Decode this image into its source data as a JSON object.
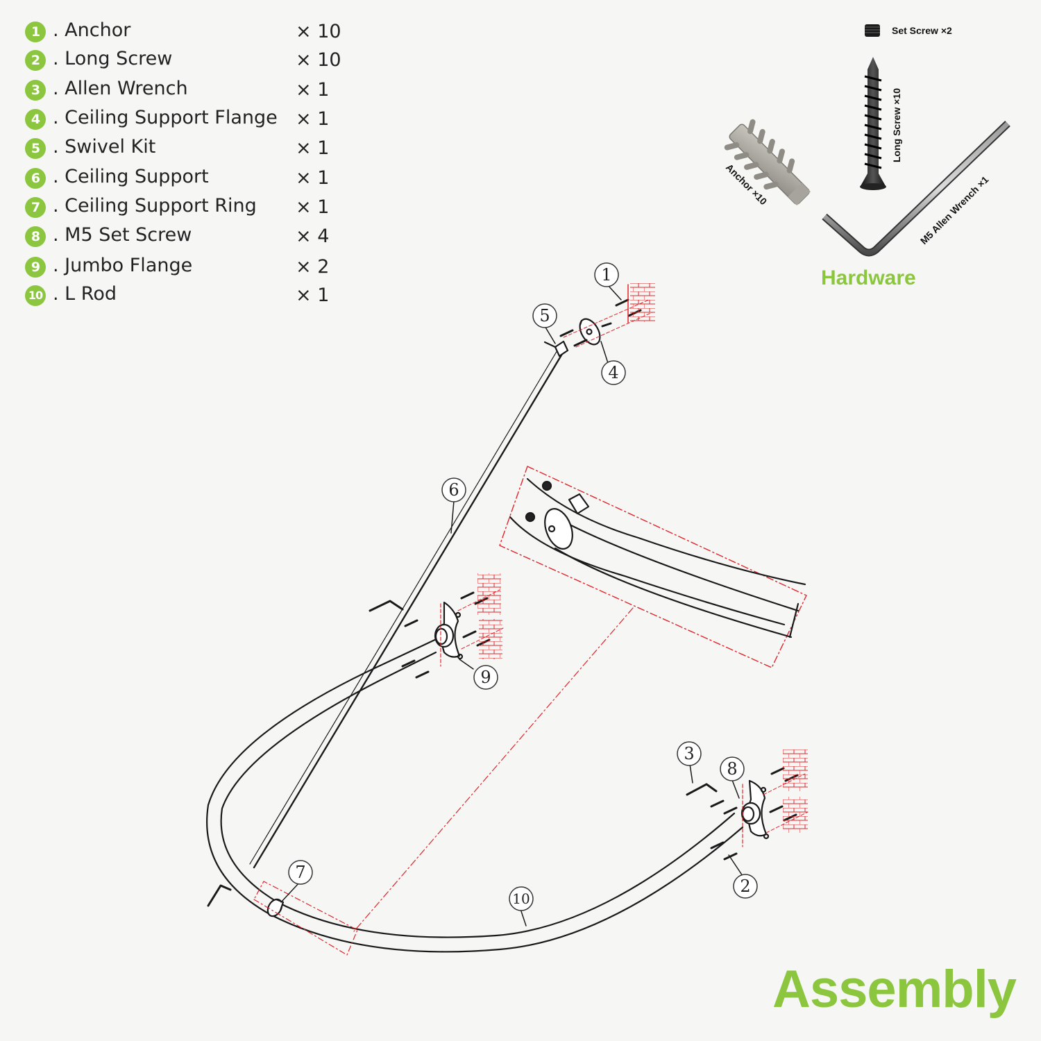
{
  "parts": [
    {
      "num": "1",
      "name": ". Anchor",
      "qty": "× 10"
    },
    {
      "num": "2",
      "name": ". Long Screw",
      "qty": "× 10"
    },
    {
      "num": "3",
      "name": ". Allen Wrench",
      "qty": "× 1"
    },
    {
      "num": "4",
      "name": ". Ceiling Support Flange",
      "qty": "× 1"
    },
    {
      "num": "5",
      "name": ". Swivel Kit",
      "qty": "× 1"
    },
    {
      "num": "6",
      "name": ". Ceiling Support",
      "qty": "× 1"
    },
    {
      "num": "7",
      "name": ". Ceiling Support Ring",
      "qty": "× 1"
    },
    {
      "num": "8",
      "name": ". M5 Set Screw",
      "qty": "× 4"
    },
    {
      "num": "9",
      "name": ". Jumbo Flange",
      "qty": "× 2"
    },
    {
      "num": "10",
      "name": ". L Rod",
      "qty": "× 1"
    }
  ],
  "hardware": {
    "title": "Hardware",
    "set_screw_label": "Set Screw ×2",
    "long_screw_label": "Long Screw ×10",
    "anchor_label": "Anchor ×10",
    "wrench_label": "M5 Allen Wrench ×1"
  },
  "callouts": {
    "c1": "1",
    "c2": "2",
    "c3": "3",
    "c4": "4",
    "c5": "5",
    "c6": "6",
    "c7": "7",
    "c8": "8",
    "c9": "9",
    "c10": "10"
  },
  "assembly_title": "Assembly",
  "colors": {
    "accent": "#8cc63f",
    "line": "#1a1a1a",
    "dimension": "#e0252b",
    "background": "#f6f6f4"
  }
}
